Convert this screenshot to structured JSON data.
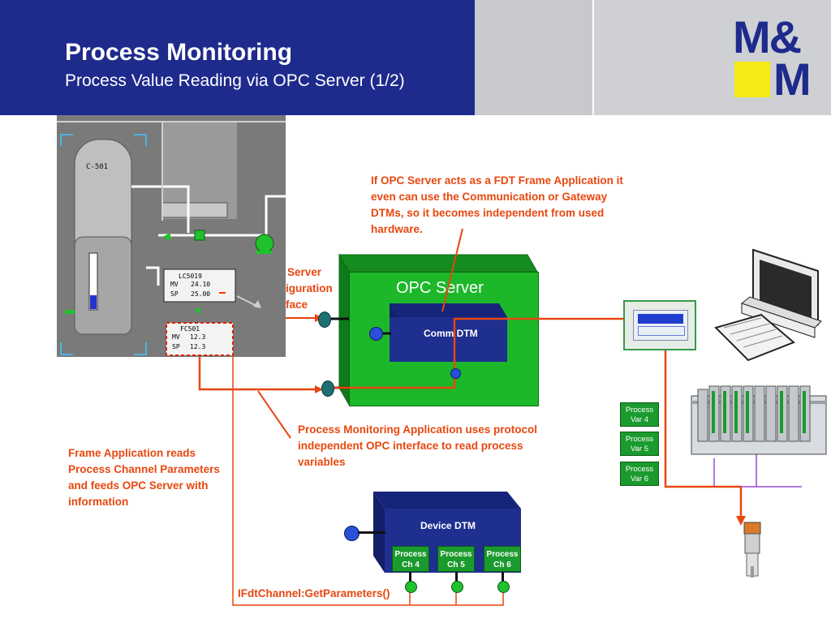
{
  "header": {
    "title": "Process Monitoring",
    "subtitle": "Process Value Reading via OPC Server (1/2)",
    "logo_line1": "M&",
    "logo_line2": "M"
  },
  "notes": {
    "fdt_frame": "If OPC Server acts as a FDT Frame Application it even can use the Communication or Gateway DTMs, so it becomes independent from used hardware.",
    "config_iface_1": "Server",
    "config_iface_2": "iguration",
    "config_iface_3": "face",
    "monitoring_app": "Process Monitoring Application uses protocol independent OPC interface to read process variables",
    "frame_app": "Frame Application reads Process Channel Parameters and feeds OPC Server with information",
    "get_parameters": "IFdtChannel:GetParameters()"
  },
  "opc_server": {
    "title": "OPC Server",
    "comm_dtm": "Comm DTM"
  },
  "device_dtm": {
    "title": "Device DTM",
    "channels": [
      {
        "line1": "Process",
        "line2": "Ch 4"
      },
      {
        "line1": "Process",
        "line2": "Ch 5"
      },
      {
        "line1": "Process",
        "line2": "Ch 6"
      }
    ]
  },
  "process_vars": [
    {
      "line1": "Process",
      "line2": "Var 4"
    },
    {
      "line1": "Process",
      "line2": "Var 5"
    },
    {
      "line1": "Process",
      "line2": "Var 6"
    }
  ],
  "hmi": {
    "vessel_tag": "C-501",
    "panel_top_tag": "LC5019",
    "panel_top_row1_label": "MV",
    "panel_top_row1_value": "24.10",
    "panel_top_row2_label": "SP",
    "panel_top_row2_value": "25.00",
    "panel_bottom_tag": "FC501",
    "panel_bottom_row1_label": "MV",
    "panel_bottom_row1_value": "12.3",
    "panel_bottom_row2_label": "SP",
    "panel_bottom_row2_value": "12.3"
  },
  "colors": {
    "header_blue": "#1e2a8c",
    "annotation_orange": "#e8470f",
    "opc_green": "#1cb82a",
    "dtm_blue": "#1e2f8f",
    "logo_yellow": "#f5ea14"
  }
}
